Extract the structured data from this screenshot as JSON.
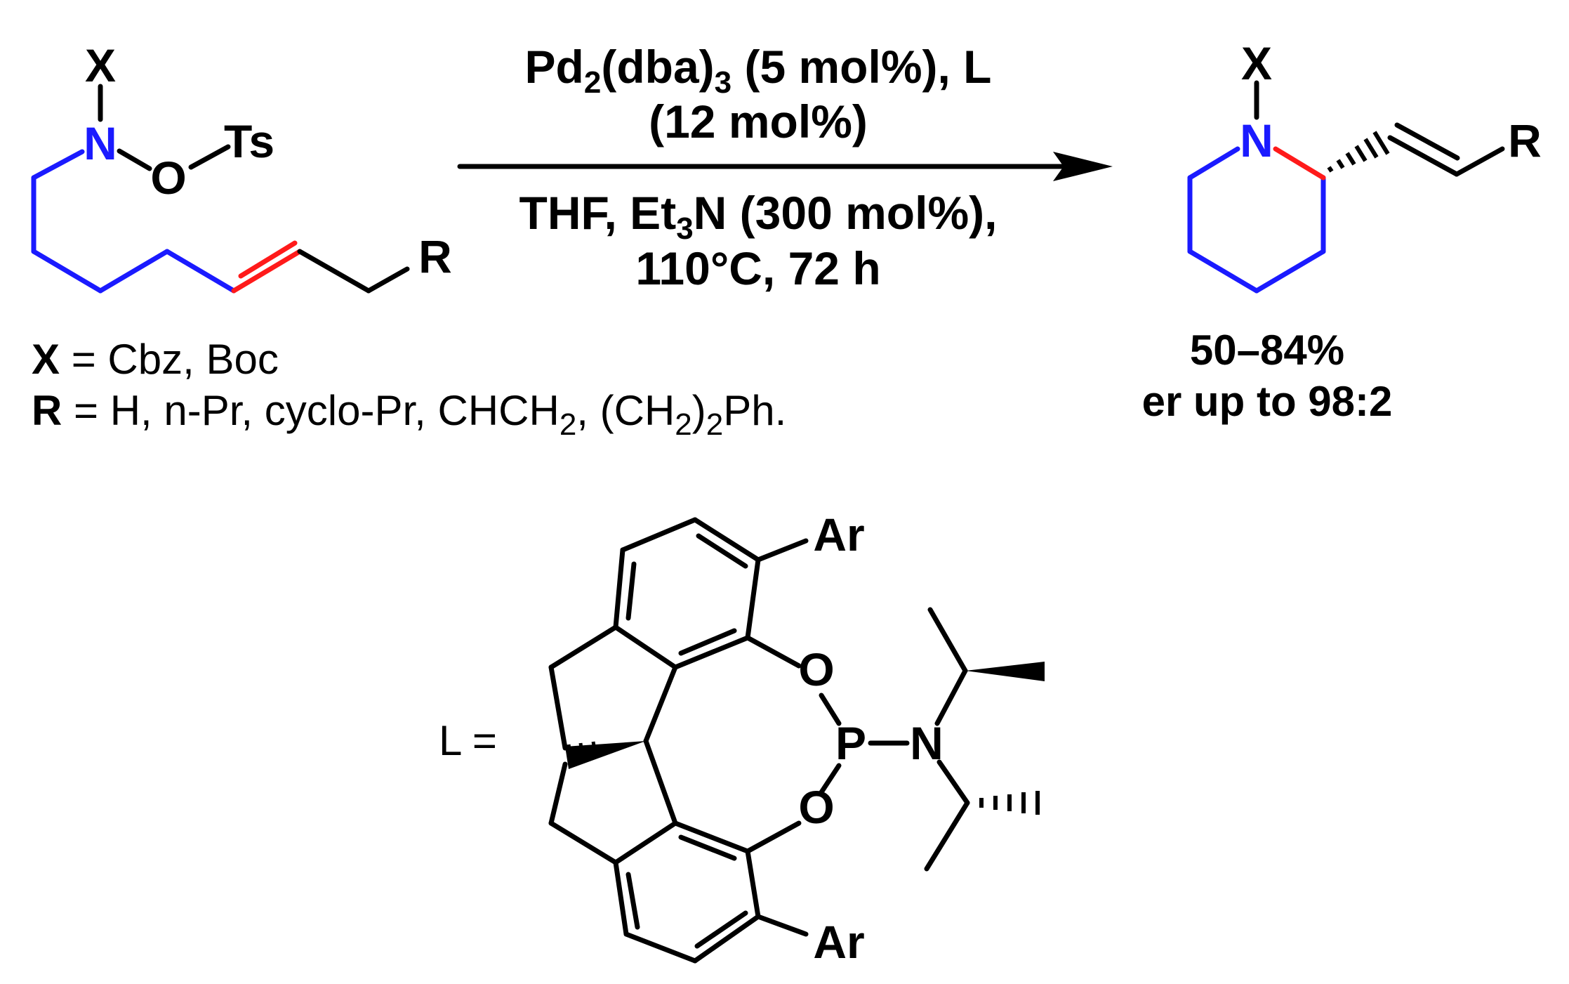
{
  "reactant": {
    "atom_x": "X",
    "atom_n": "N",
    "atom_o": "O",
    "group_ts": "Ts",
    "group_r": "R"
  },
  "conditions": {
    "line1_a": "Pd",
    "line1_sub": "2",
    "line1_b": "(dba)",
    "line1_sub2": "3",
    "line1_c": " (5 mol%), L",
    "line2": "(12 mol%)",
    "line3_a": "THF, Et",
    "line3_sub": "3",
    "line3_b": "N (300 mol%),",
    "line4": "110°C, 72 h"
  },
  "substituents": {
    "x_label": "X",
    "x_values": " = Cbz, Boc",
    "r_label": "R",
    "r_values_a": " = H, n-Pr, cyclo-Pr, CHCH",
    "r_sub1": "2",
    "r_values_b": ", (CH",
    "r_sub2": "2",
    "r_values_c": ")",
    "r_sub3": "2",
    "r_values_d": "Ph."
  },
  "product": {
    "atom_x": "X",
    "atom_n": "N",
    "group_r": "R",
    "yield": "50–84%",
    "er": "er up to 98:2"
  },
  "ligand": {
    "label": "L =",
    "ar_top": "Ar",
    "ar_bottom": "Ar",
    "o_top": "O",
    "o_bottom": "O",
    "p": "P",
    "n": "N"
  },
  "colors": {
    "highlight_chain": "#1a1aff",
    "highlight_bond": "#ff1a1a"
  }
}
